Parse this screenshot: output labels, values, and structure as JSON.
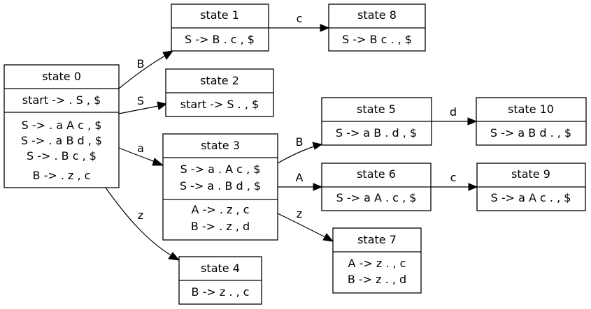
{
  "colors": {
    "background": "#ffffff",
    "stroke": "#000000",
    "text": "#000000"
  },
  "states": {
    "s0": {
      "title": "state 0",
      "kernel": [
        "start -> . S , $"
      ],
      "closure": [
        "S -> . a A c , $",
        "S -> . a B d , $",
        "S -> . B c , $",
        "B -> . z , c"
      ]
    },
    "s1": {
      "title": "state 1",
      "kernel": [
        "S -> B . c , $"
      ]
    },
    "s2": {
      "title": "state 2",
      "kernel": [
        "start -> S . , $"
      ]
    },
    "s3": {
      "title": "state 3",
      "kernel": [
        "S -> a . A c , $",
        "S -> a . B d , $"
      ],
      "closure": [
        "A -> . z , c",
        "B -> . z , d"
      ]
    },
    "s4": {
      "title": "state 4",
      "kernel": [
        "B -> z . , c"
      ]
    },
    "s5": {
      "title": "state 5",
      "kernel": [
        "S -> a B . d , $"
      ]
    },
    "s6": {
      "title": "state 6",
      "kernel": [
        "S -> a A . c , $"
      ]
    },
    "s7": {
      "title": "state 7",
      "kernel": [
        "A -> z . , c",
        "B -> z . , d"
      ]
    },
    "s8": {
      "title": "state 8",
      "kernel": [
        "S -> B c . , $"
      ]
    },
    "s9": {
      "title": "state 9",
      "kernel": [
        "S -> a A c . , $"
      ]
    },
    "s10": {
      "title": "state 10",
      "kernel": [
        "S -> a B d . , $"
      ]
    }
  },
  "edges": [
    {
      "from": "state 0",
      "to": "state 1",
      "label": "B"
    },
    {
      "from": "state 0",
      "to": "state 2",
      "label": "S"
    },
    {
      "from": "state 0",
      "to": "state 3",
      "label": "a"
    },
    {
      "from": "state 0",
      "to": "state 4",
      "label": "z"
    },
    {
      "from": "state 1",
      "to": "state 8",
      "label": "c"
    },
    {
      "from": "state 3",
      "to": "state 5",
      "label": "B"
    },
    {
      "from": "state 3",
      "to": "state 6",
      "label": "A"
    },
    {
      "from": "state 3",
      "to": "state 7",
      "label": "z"
    },
    {
      "from": "state 5",
      "to": "state 10",
      "label": "d"
    },
    {
      "from": "state 6",
      "to": "state 9",
      "label": "c"
    }
  ]
}
